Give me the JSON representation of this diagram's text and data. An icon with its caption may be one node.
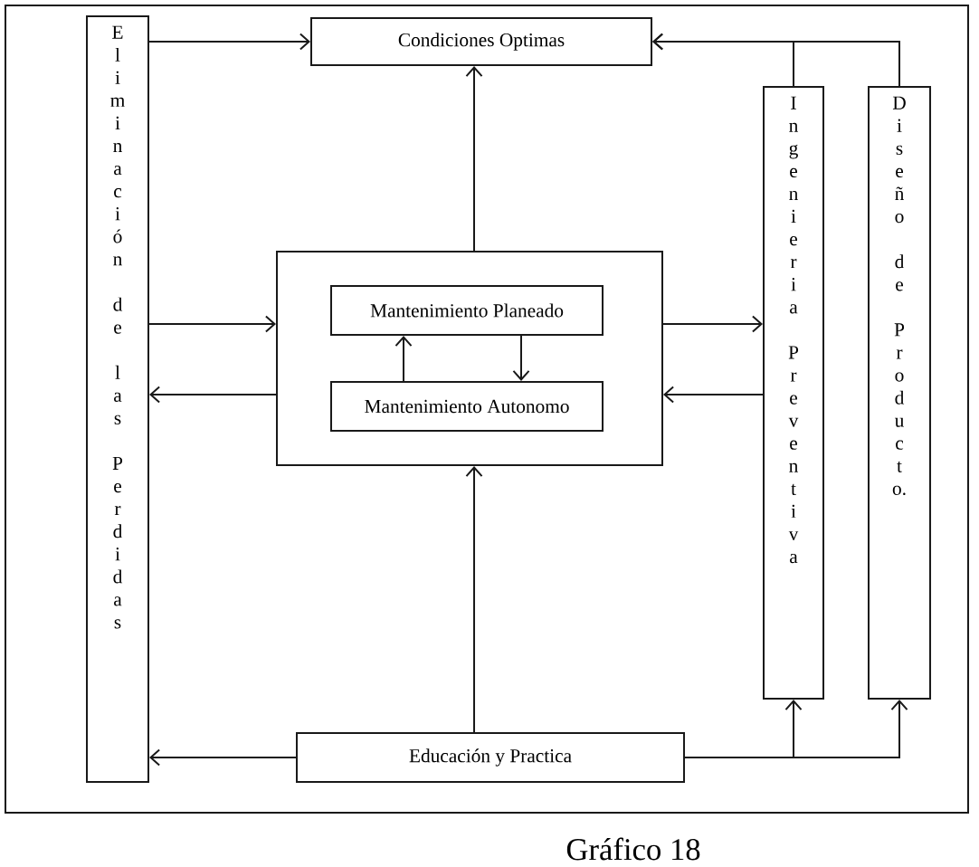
{
  "diagram": {
    "caption": "Gráfico 18",
    "nodes": [
      {
        "text": [
          "Eliminación de las Perdidas"
        ]
      },
      {
        "text": [
          "Condiciones Optimas"
        ]
      },
      {
        "text": [],
        "shape": "box"
      },
      {
        "text": [
          "Mantenimiento Planeado"
        ],
        "in": 2
      },
      {
        "text": [
          "Mantenimiento Autonomo"
        ],
        "in": 2
      },
      {
        "text": [
          "Ingenieria Preventiva"
        ]
      },
      {
        "text": [
          "Diseño de Producto."
        ]
      },
      {
        "text": [
          "Educación y Practica"
        ]
      }
    ],
    "edges": [
      {
        "from": 0,
        "to": 1,
        "arrow": "to"
      },
      {
        "from": 0,
        "to": 2,
        "arrow": "to"
      },
      {
        "from": 2,
        "to": 0,
        "arrow": "to"
      },
      {
        "from": 2,
        "to": 1,
        "arrow": "to"
      },
      {
        "from": 5,
        "to": 1,
        "arrow": "to"
      },
      {
        "from": 6,
        "to": 1,
        "arrow": "to"
      },
      {
        "from": 2,
        "to": 5,
        "arrow": "to"
      },
      {
        "from": 5,
        "to": 2,
        "arrow": "to"
      },
      {
        "from": 3,
        "to": 4,
        "arrow": "to"
      },
      {
        "from": 4,
        "to": 3,
        "arrow": "to"
      },
      {
        "from": 7,
        "to": 2,
        "arrow": "to"
      },
      {
        "from": 7,
        "to": 0,
        "arrow": "to"
      },
      {
        "from": 7,
        "to": 5,
        "arrow": "to"
      },
      {
        "from": 7,
        "to": 6,
        "arrow": "to"
      }
    ]
  }
}
